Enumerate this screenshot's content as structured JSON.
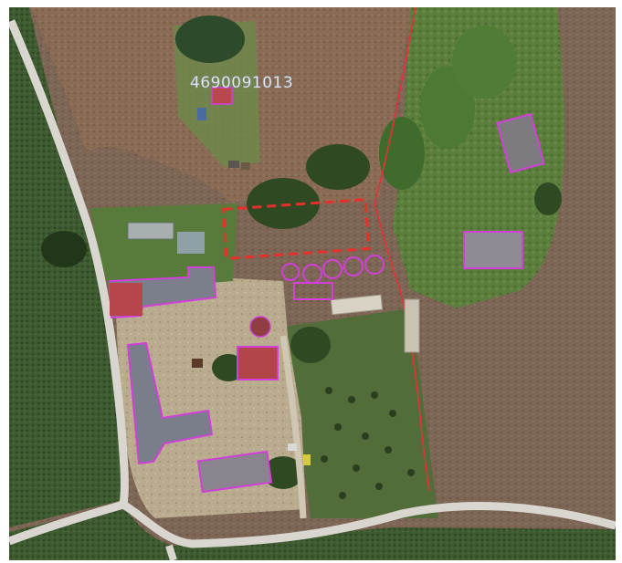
{
  "map": {
    "parcel_id_label": "4690091013",
    "colors": {
      "parcel_boundary": "#e8303a",
      "highlight_plot": "#e8302a",
      "building_outline": "#d23fd9",
      "field_dark": "#36502c",
      "field_light": "#8b6f58",
      "road": "#d8d6cf"
    },
    "legend_symbols": [
      "boundary-line",
      "building-outline",
      "dashed-plot-outline"
    ]
  }
}
